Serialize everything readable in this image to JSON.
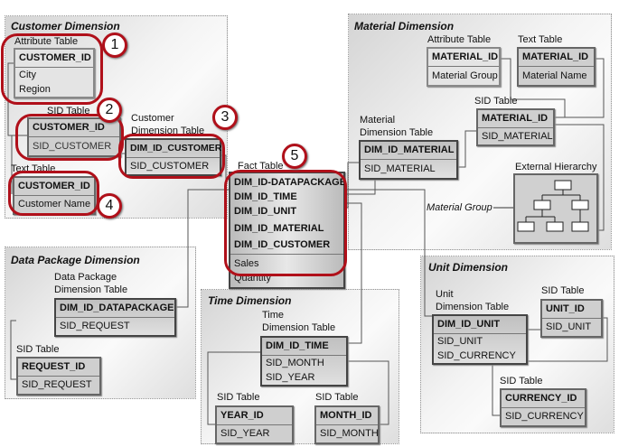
{
  "customer": {
    "title": "Customer Dimension",
    "attr_label": "Attribute Table",
    "attr_key": "CUSTOMER_ID",
    "attr_rows": [
      "City",
      "Region"
    ],
    "sid_label": "SID Table",
    "sid_key": "CUSTOMER_ID",
    "sid_row": "SID_CUSTOMER",
    "dim_label1": "Customer",
    "dim_label2": "Dimension Table",
    "dim_key": "DIM_ID_CUSTOMER",
    "dim_row": "SID_CUSTOMER",
    "text_label": "Text Table",
    "text_key": "CUSTOMER_ID",
    "text_row": "Customer Name"
  },
  "callouts": [
    "1",
    "2",
    "3",
    "4",
    "5"
  ],
  "fact": {
    "label": "Fact Table",
    "keys": [
      "DIM_ID-DATAPACKAGE",
      "DIM_ID_TIME",
      "DIM_ID_UNIT",
      "DIM_ID_MATERIAL",
      "DIM_ID_CUSTOMER"
    ],
    "measures": [
      "Sales",
      "Quantity"
    ]
  },
  "material": {
    "title": "Material Dimension",
    "attr_label": "Attribute Table",
    "attr_key": "MATERIAL_ID",
    "attr_row": "Material Group",
    "text_label": "Text Table",
    "text_key": "MATERIAL_ID",
    "text_row": "Material Name",
    "sid_label": "SID Table",
    "sid_key": "MATERIAL_ID",
    "sid_row": "SID_MATERIAL",
    "dim_label1": "Material",
    "dim_label2": "Dimension Table",
    "dim_key": "DIM_ID_MATERIAL",
    "dim_row": "SID_MATERIAL",
    "hier_label": "External Hierarchy",
    "group_label": "Material Group"
  },
  "datapackage": {
    "title": "Data Package Dimension",
    "dim_label1": "Data Package",
    "dim_label2": "Dimension Table",
    "dim_key": "DIM_ID_DATAPACKAGE",
    "dim_row": "SID_REQUEST",
    "sid_label": "SID Table",
    "sid_key": "REQUEST_ID",
    "sid_row": "SID_REQUEST"
  },
  "time": {
    "title": "Time Dimension",
    "dim_label1": "Time",
    "dim_label2": "Dimension Table",
    "dim_key": "DIM_ID_TIME",
    "dim_rows": [
      "SID_MONTH",
      "SID_YEAR"
    ],
    "sid1_label": "SID Table",
    "sid1_key": "YEAR_ID",
    "sid1_row": "SID_YEAR",
    "sid2_label": "SID Table",
    "sid2_key": "MONTH_ID",
    "sid2_row": "SID_MONTH"
  },
  "unit": {
    "title": "Unit Dimension",
    "dim_label1": "Unit",
    "dim_label2": "Dimension Table",
    "dim_key": "DIM_ID_UNIT",
    "dim_rows": [
      "SID_UNIT",
      "SID_CURRENCY"
    ],
    "sid1_label": "SID Table",
    "sid1_key": "UNIT_ID",
    "sid1_row": "SID_UNIT",
    "sid2_label": "SID Table",
    "sid2_key": "CURRENCY_ID",
    "sid2_row": "SID_CURRENCY"
  }
}
